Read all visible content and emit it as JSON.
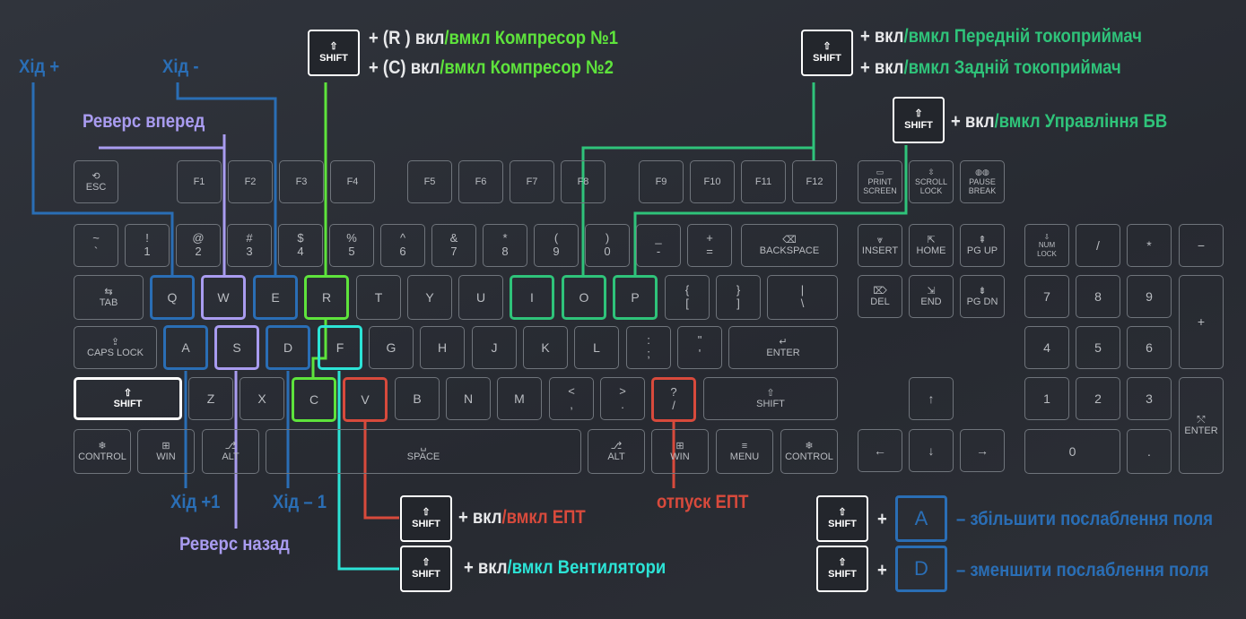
{
  "colors": {
    "blue": "#2a6eb5",
    "purple": "#a99cf0",
    "green": "#5ee33c",
    "teal": "#2fc37a",
    "cyan": "#2ce3d6",
    "red": "#d84a3c",
    "key_border": "#6f747b",
    "key_text": "#b9bcc1"
  },
  "keys": {
    "esc": "ESC",
    "f1": "F1",
    "f2": "F2",
    "f3": "F3",
    "f4": "F4",
    "f5": "F5",
    "f6": "F6",
    "f7": "F7",
    "f8": "F8",
    "f9": "F9",
    "f10": "F10",
    "f11": "F11",
    "f12": "F12",
    "print_top": "PRINT",
    "print_bot": "SCREEN",
    "scroll_top": "SCROLL",
    "scroll_bot": "LOCK",
    "pause_top": "PAUSE",
    "pause_bot": "BREAK",
    "n1_top": "!",
    "n1": "1",
    "n2_top": "@",
    "n2": "2",
    "n3_top": "#",
    "n3": "3",
    "n4_top": "$",
    "n4": "4",
    "n5_top": "%",
    "n5": "5",
    "n6_top": "^",
    "n6": "6",
    "n7_top": "&",
    "n7": "7",
    "n8_top": "*",
    "n8": "8",
    "n9_top": "(",
    "n9": "9",
    "n0_top": ")",
    "n0": "0",
    "minus_top": "_",
    "minus": "-",
    "eq_top": "+",
    "eq": "=",
    "tilde_top": "~",
    "tilde": "`",
    "backspace": "BACKSPACE",
    "tab": "TAB",
    "q": "Q",
    "w": "W",
    "e": "E",
    "r": "R",
    "t": "T",
    "y": "Y",
    "u": "U",
    "i": "I",
    "o": "O",
    "p": "P",
    "lbr_top": "{",
    "lbr": "[",
    "rbr_top": "}",
    "rbr": "]",
    "bsl_top": "|",
    "bsl": "\\",
    "caps": "CAPS LOCK",
    "a": "A",
    "s": "S",
    "d": "D",
    "f": "F",
    "g": "G",
    "h": "H",
    "j": "J",
    "k": "K",
    "l": "L",
    "semi_top": ":",
    "semi": ";",
    "quote_top": "\"",
    "quote": "'",
    "enter": "ENTER",
    "shift": "SHIFT",
    "z": "Z",
    "x": "X",
    "c": "C",
    "v": "V",
    "b": "B",
    "n": "N",
    "m": "M",
    "comma_top": "<",
    "comma": ",",
    "dot_top": ">",
    "dot": ".",
    "slash_top": "?",
    "slash": "/",
    "control": "CONTROL",
    "win": "WIN",
    "alt": "ALT",
    "space": "SPACE",
    "menu": "MENU",
    "insert": "INSERT",
    "home": "HOME",
    "pgup": "PG UP",
    "del": "DEL",
    "end": "END",
    "pgdn": "PG DN",
    "numlock_top": "NUM",
    "numlock_bot": "LOCK",
    "np_div": "/",
    "np_mul": "*",
    "np_minus": "−",
    "np_plus": "+",
    "np7": "7",
    "np8": "8",
    "np9": "9",
    "np4": "4",
    "np5": "5",
    "np6": "6",
    "np1": "1",
    "np2": "2",
    "np3": "3",
    "np0": "0",
    "np_dot": ".",
    "np_enter": "ENTER",
    "arrow_up": "↑",
    "arrow_down": "↓",
    "arrow_left": "←",
    "arrow_right": "→"
  },
  "labels": {
    "hid_plus": "Хід +",
    "hid_minus": "Хід -",
    "revers_vpered": "Реверс вперед",
    "revers_nazad": "Реверс назад",
    "hid_plus1": "Хід +1",
    "hid_minus1": "Хід – 1",
    "otpusk_ept": "отпуск ЕПТ"
  },
  "callouts": {
    "comp1_prefix": "+ (R ) вкл",
    "comp1_suffix": "/вмкл Компресор №1",
    "comp2_prefix": "+ (C) вкл",
    "comp2_suffix": "/вмкл Компресор №2",
    "front_prefix": "+ вкл",
    "front_suffix": "/вмкл Передній токоприймач",
    "rear_prefix": "+ вкл",
    "rear_suffix": "/вмкл Задній токоприймач",
    "bv_prefix": "+ вкл",
    "bv_suffix": "/вмкл Управління БВ",
    "ept_prefix": "+ вкл",
    "ept_suffix": "/вмкл ЕПТ",
    "vent_prefix": "+  вкл",
    "vent_suffix": "/вмкл Вентилятори",
    "plus": "+",
    "a_letter": "A",
    "a_text": "– збільшити послаблення поля",
    "d_letter": "D",
    "d_text": "– зменшити послаблення поля",
    "shift_word": "SHIFT"
  },
  "icons": [
    "shift-arrow-icon",
    "esc-icon",
    "backspace-icon",
    "tab-icon",
    "caps-icon",
    "enter-icon",
    "control-icon",
    "win-icon",
    "alt-icon",
    "space-icon",
    "menu-icon",
    "insert-icon",
    "home-icon",
    "pgup-icon",
    "del-icon",
    "end-icon",
    "pgdn-icon",
    "numlock-icon",
    "print-icon",
    "scroll-icon",
    "pause-icon"
  ]
}
